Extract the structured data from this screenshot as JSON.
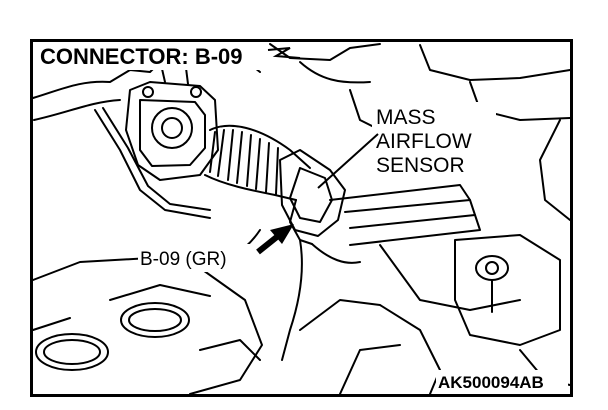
{
  "title": "CONNECTOR: B-09",
  "component": {
    "line1": "MASS",
    "line2": "AIRFLOW",
    "line3": "SENSOR"
  },
  "connector_callout": "B-09 (GR)",
  "figure_code": "AK500094AB",
  "colors": {
    "ink": "#000000",
    "paper": "#ffffff"
  }
}
